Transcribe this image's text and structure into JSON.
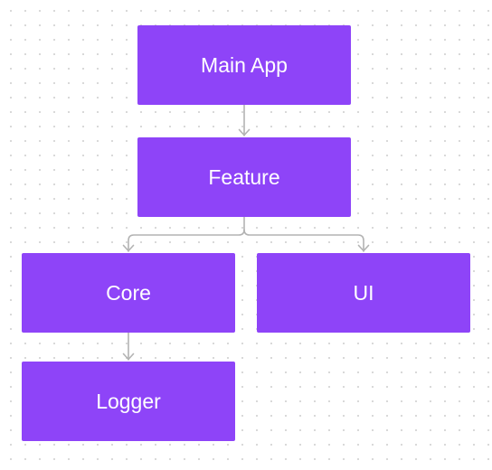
{
  "diagram": {
    "node_color": "#8e44f8",
    "connector_color": "#b3b3b3",
    "background_dot_color": "#d6d6d6",
    "nodes": {
      "main_app": {
        "label": "Main App"
      },
      "feature": {
        "label": "Feature"
      },
      "core": {
        "label": "Core"
      },
      "ui": {
        "label": "UI"
      },
      "logger": {
        "label": "Logger"
      }
    },
    "edges": [
      {
        "from": "Main App",
        "to": "Feature"
      },
      {
        "from": "Feature",
        "to": "Core"
      },
      {
        "from": "Feature",
        "to": "UI"
      },
      {
        "from": "Core",
        "to": "Logger"
      }
    ]
  }
}
